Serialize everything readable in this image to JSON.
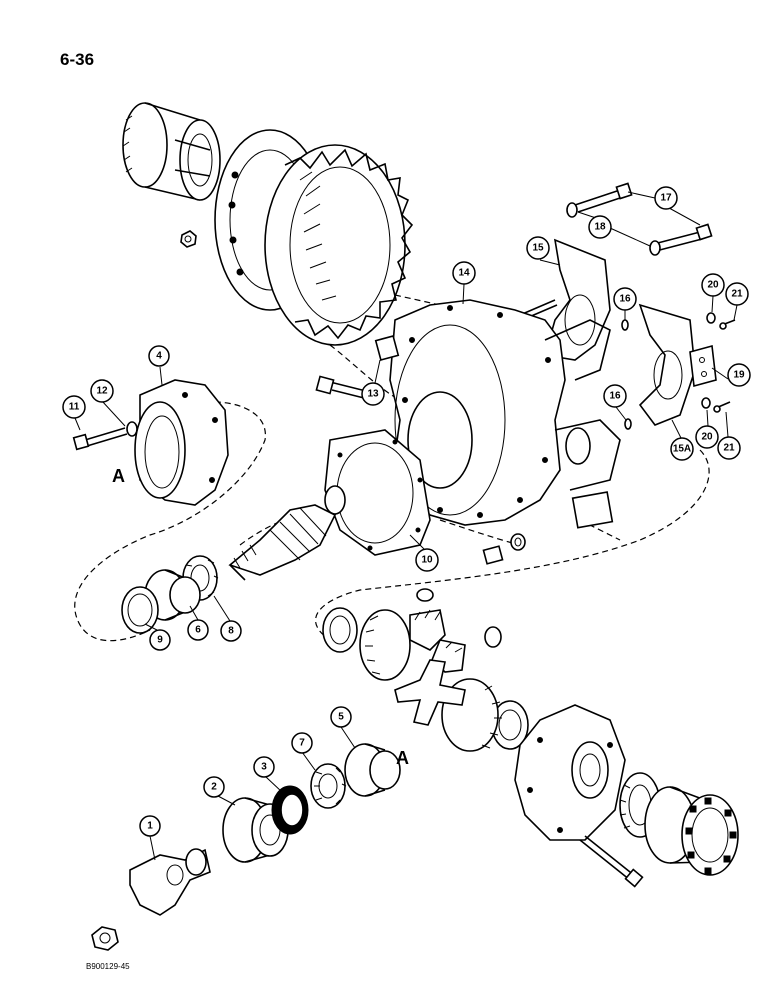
{
  "page_number": "6-36",
  "document_code": "B900129-45",
  "reference_letters": {
    "left": "A",
    "right": "A"
  },
  "callouts": [
    {
      "id": "c1",
      "label": "1"
    },
    {
      "id": "c2",
      "label": "2"
    },
    {
      "id": "c3",
      "label": "3"
    },
    {
      "id": "c4",
      "label": "4"
    },
    {
      "id": "c5",
      "label": "5"
    },
    {
      "id": "c6",
      "label": "6"
    },
    {
      "id": "c7",
      "label": "7"
    },
    {
      "id": "c8",
      "label": "8"
    },
    {
      "id": "c9",
      "label": "9"
    },
    {
      "id": "c10",
      "label": "10"
    },
    {
      "id": "c11",
      "label": "11"
    },
    {
      "id": "c12",
      "label": "12"
    },
    {
      "id": "c13",
      "label": "13"
    },
    {
      "id": "c14",
      "label": "14"
    },
    {
      "id": "c15",
      "label": "15"
    },
    {
      "id": "c15a",
      "label": "15A"
    },
    {
      "id": "c16a",
      "label": "16"
    },
    {
      "id": "c16b",
      "label": "16"
    },
    {
      "id": "c17",
      "label": "17"
    },
    {
      "id": "c18",
      "label": "18"
    },
    {
      "id": "c19",
      "label": "19"
    },
    {
      "id": "c20a",
      "label": "20"
    },
    {
      "id": "c20b",
      "label": "20"
    },
    {
      "id": "c21a",
      "label": "21"
    },
    {
      "id": "c21b",
      "label": "21"
    }
  ]
}
